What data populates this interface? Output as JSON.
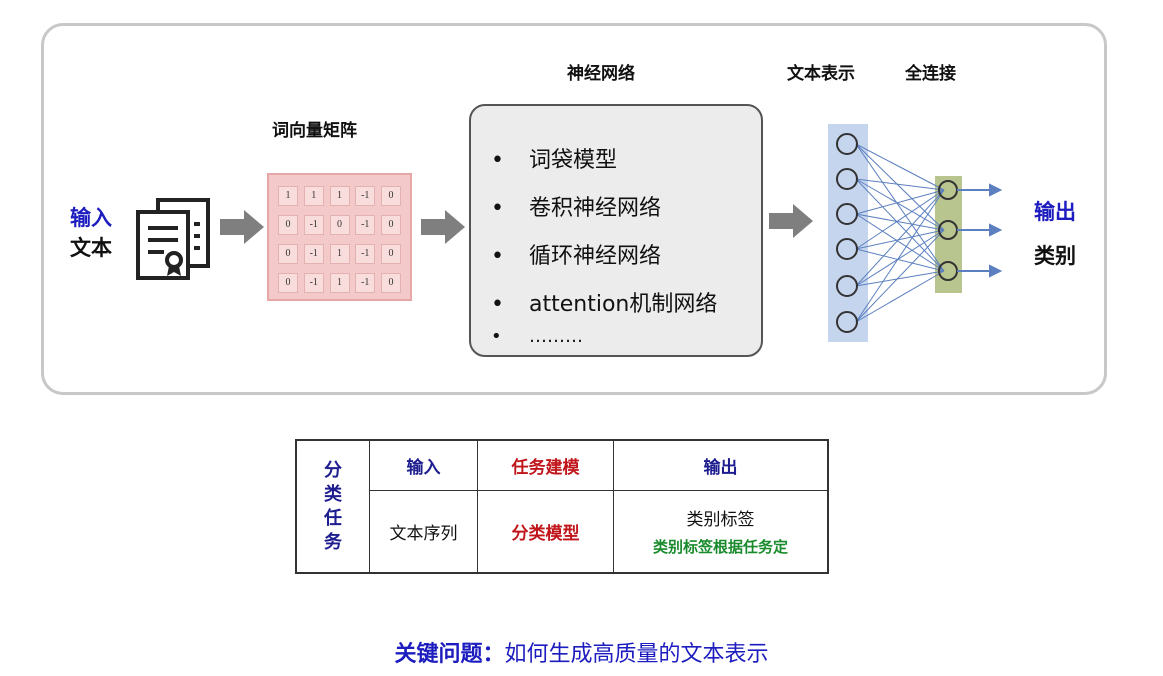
{
  "input": {
    "line1": "输入",
    "line2": "文本"
  },
  "labels": {
    "matrix": "词向量矩阵",
    "network": "神经网络",
    "representation": "文本表示",
    "fully_connected": "全连接"
  },
  "matrix_rows": [
    [
      "1",
      "1",
      "1",
      "-1",
      "0"
    ],
    [
      "0",
      "-1",
      "0",
      "-1",
      "0"
    ],
    [
      "0",
      "-1",
      "1",
      "-1",
      "0"
    ],
    [
      "0",
      "-1",
      "1",
      "-1",
      "0"
    ]
  ],
  "network_items": [
    "词袋模型",
    "卷积神经网络",
    "循环神经网络",
    "attention机制网络",
    "………"
  ],
  "output": {
    "line1": "输出",
    "line2": "类别"
  },
  "table": {
    "side": [
      "分",
      "类",
      "任",
      "务"
    ],
    "header": {
      "input": "输入",
      "modeling": "任务建模",
      "output": "输出"
    },
    "row": {
      "input": "文本序列",
      "modeling": "分类模型",
      "output_main": "类别标签",
      "output_note": "类别标签根据任务定"
    }
  },
  "key_question": {
    "label": "关键问题：",
    "text": "如何生成高质量的文本表示"
  },
  "colors": {
    "emphasis_blue": "#1d1dbf",
    "red": "#c0161b",
    "green": "#1a8b2c",
    "neuron_fill_blue": "#c6d5ee",
    "neuron_fill_green": "#b9c58f"
  }
}
